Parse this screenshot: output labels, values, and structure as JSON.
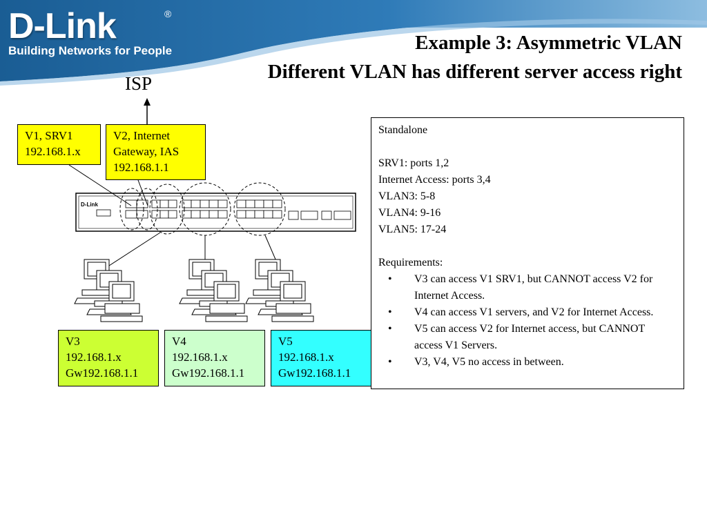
{
  "colors": {
    "header_top": "#1f6ea8",
    "header_bottom": "#ffffff",
    "v1_v2": "#ffff00",
    "v3": "#ccff33",
    "v4": "#ccffcc",
    "v5": "#33ffff"
  },
  "header": {
    "logo": "D-Link",
    "registered_mark": "®",
    "tagline": "Building Networks for People",
    "title_line1": "Example 3: Asymmetric VLAN",
    "title_line2": "Different VLAN has different server access right"
  },
  "isp_label": "ISP",
  "boxes": {
    "v1": {
      "line1": "V1, SRV1",
      "line2": "192.168.1.x"
    },
    "v2": {
      "line1": "V2, Internet",
      "line2": "Gateway, IAS",
      "line3": "192.168.1.1"
    },
    "v3": {
      "line1": "V3",
      "line2": "192.168.1.x",
      "line3": "Gw192.168.1.1"
    },
    "v4": {
      "line1": "V4",
      "line2": "192.168.1.x",
      "line3": "Gw192.168.1.1"
    },
    "v5": {
      "line1": "V5",
      "line2": "192.168.1.x",
      "line3": "Gw192.168.1.1"
    }
  },
  "switch": {
    "brand": "D-Link"
  },
  "info": {
    "mode": "Standalone",
    "config": [
      "SRV1: ports 1,2",
      "Internet Access: ports 3,4",
      "VLAN3: 5-8",
      "VLAN4: 9-16",
      "VLAN5: 17-24"
    ],
    "requirements_title": "Requirements:",
    "bullet": "•",
    "requirements": [
      "V3 can access V1 SRV1, but CANNOT access V2 for Internet Access.",
      "V4 can access V1 servers, and V2 for Internet Access.",
      "V5 can access V2 for Internet access, but CANNOT access V1 Servers.",
      "V3, V4, V5 no access in between."
    ]
  }
}
